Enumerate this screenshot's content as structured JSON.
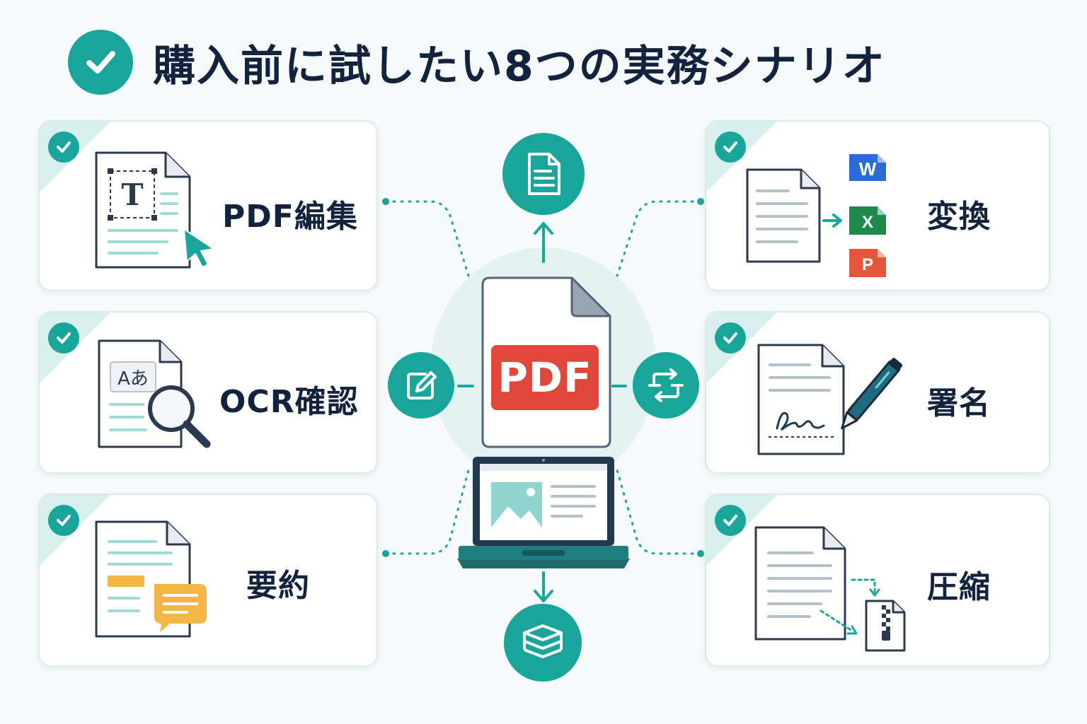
{
  "title": "購入前に試したい8つの実務シナリオ",
  "center": {
    "badge": "PDF"
  },
  "cards": {
    "pdf_edit": {
      "label": "PDF編集",
      "icon": "text-edit-document-icon"
    },
    "ocr": {
      "label": "OCR確認",
      "icon": "ocr-magnifier-document-icon",
      "glyph": "Aあ"
    },
    "summary": {
      "label": "要約",
      "icon": "summary-chat-document-icon"
    },
    "convert": {
      "label": "変換",
      "icon": "convert-office-icon",
      "word": "W",
      "excel": "X",
      "ppt": "P"
    },
    "sign": {
      "label": "署名",
      "icon": "signature-pen-icon"
    },
    "compress": {
      "label": "圧縮",
      "icon": "compress-zip-icon"
    }
  },
  "edit_glyph": "T",
  "colors": {
    "accent": "#1aa59a",
    "pdf_red": "#e0463a",
    "word_blue": "#2b6bd6",
    "excel_green": "#1f8a4c",
    "ppt_orange": "#e4573a",
    "note_yellow": "#f3b547",
    "text_dark": "#13223d"
  }
}
